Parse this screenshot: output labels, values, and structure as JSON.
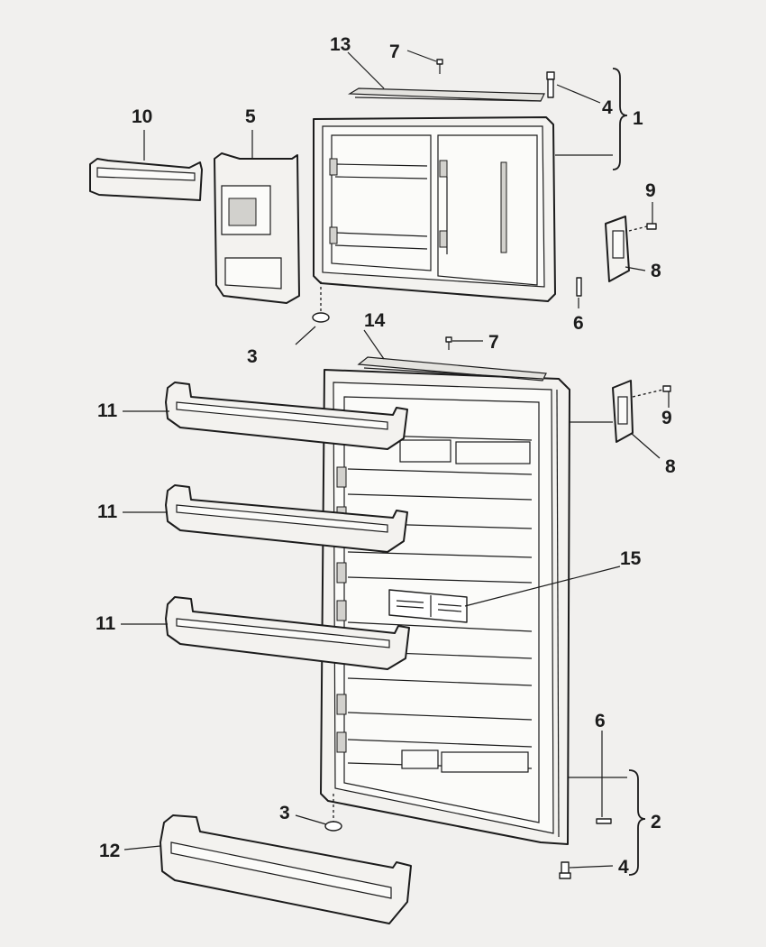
{
  "callouts": {
    "c1": "1",
    "c2": "2",
    "c3a": "3",
    "c3b": "3",
    "c4a": "4",
    "c4b": "4",
    "c5": "5",
    "c6a": "6",
    "c6b": "6",
    "c7a": "7",
    "c7b": "7",
    "c8a": "8",
    "c8b": "8",
    "c9a": "9",
    "c9b": "9",
    "c10": "10",
    "c11a": "11",
    "c11b": "11",
    "c11c": "11",
    "c12": "12",
    "c13": "13",
    "c14": "14",
    "c15": "15"
  }
}
